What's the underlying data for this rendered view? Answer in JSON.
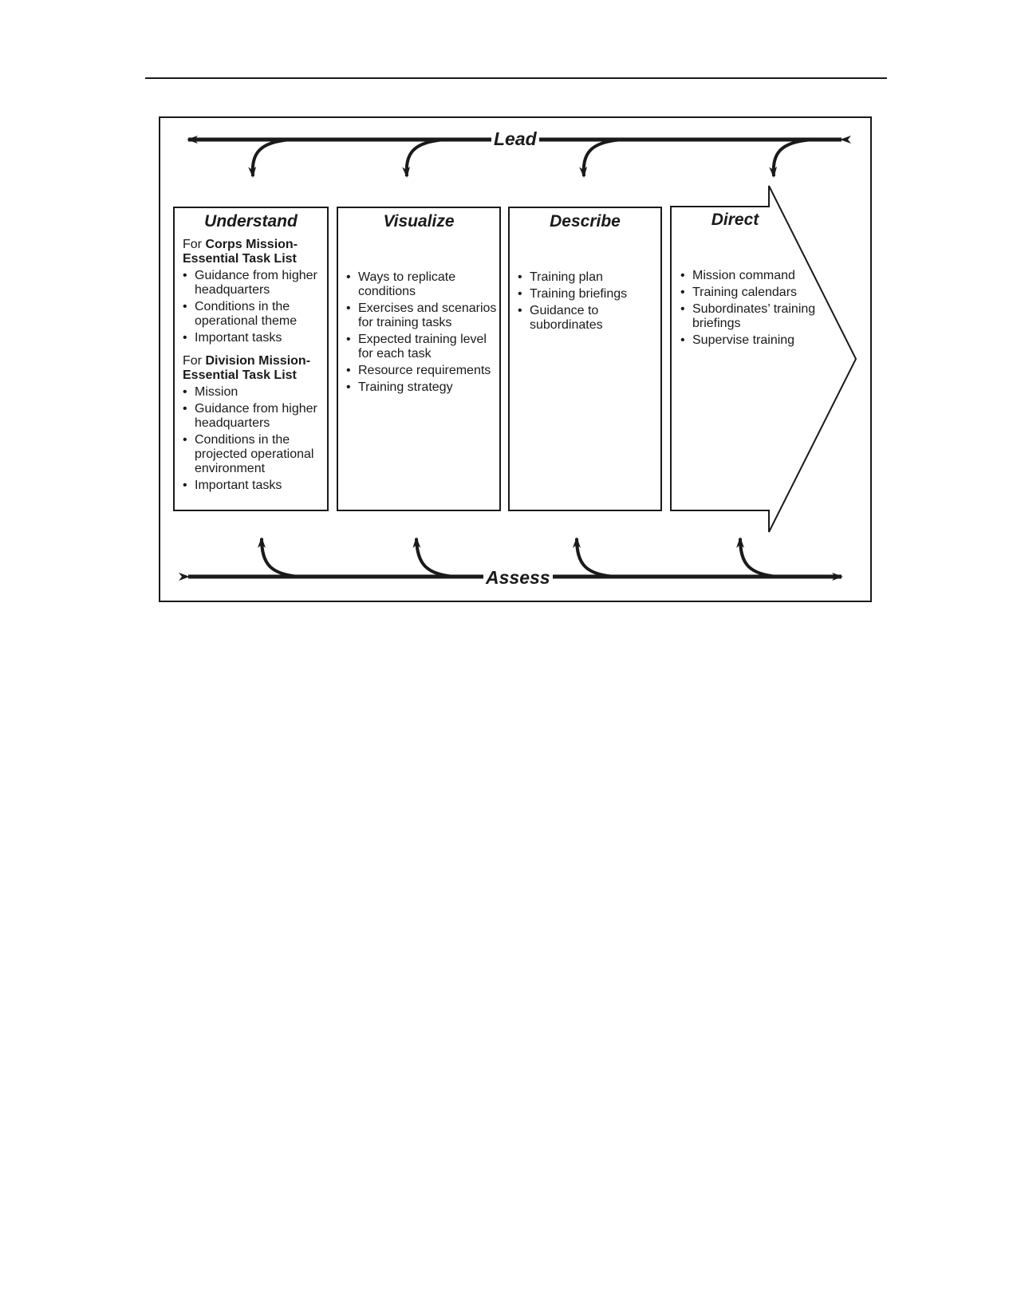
{
  "lanes": {
    "top": "Lead",
    "bottom": "Assess"
  },
  "panels": [
    {
      "title": "Understand",
      "groups": [
        {
          "heading_prefix": "For ",
          "heading_bold": "Corps Mission-Essential Task List",
          "items": [
            "Guidance from higher headquarters",
            "Conditions in the operational theme",
            "Important tasks"
          ]
        },
        {
          "heading_prefix": "For ",
          "heading_bold": "Division Mission-Essential Task List",
          "items": [
            "Mission",
            "Guidance from higher headquarters",
            "Conditions in the projected operational environment",
            "Important tasks"
          ]
        }
      ]
    },
    {
      "title": "Visualize",
      "items": [
        "Ways to replicate conditions",
        "Exercises and scenarios for training tasks",
        "Expected training level for each task",
        "Resource requirements",
        "Training strategy"
      ]
    },
    {
      "title": "Describe",
      "items": [
        "Training plan",
        "Training briefings",
        "Guidance to subordinates"
      ]
    },
    {
      "title": "Direct",
      "items": [
        "Mission command",
        "Training calendars",
        "Subordinates’ training briefings",
        "Supervise training"
      ]
    }
  ],
  "colors": {
    "ink": "#1a1a1a",
    "background": "#ffffff"
  }
}
